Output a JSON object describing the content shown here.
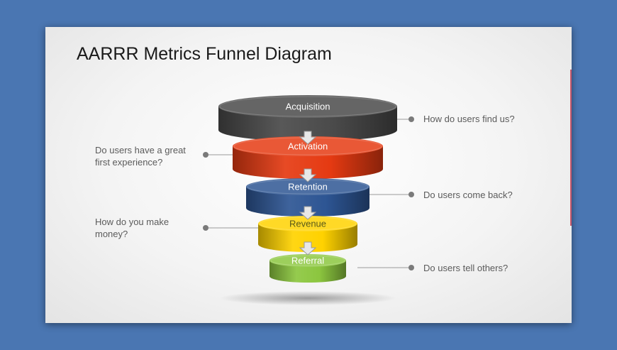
{
  "slide": {
    "title": "AARRR Metrics Funnel Diagram"
  },
  "funnel": {
    "stages": [
      {
        "label": "Acquisition",
        "color": "#4a4a4a"
      },
      {
        "label": "Activation",
        "color": "#e53a12"
      },
      {
        "label": "Retention",
        "color": "#2d5593"
      },
      {
        "label": "Revenue",
        "color": "#ffd200"
      },
      {
        "label": "Referral",
        "color": "#8cc63f"
      }
    ]
  },
  "questions": [
    {
      "text": "How do users find us?",
      "side": "right",
      "stage": "Acquisition"
    },
    {
      "text": "Do users have a great first experience?",
      "side": "left",
      "stage": "Activation"
    },
    {
      "text": "Do users come back?",
      "side": "right",
      "stage": "Retention"
    },
    {
      "text": "How do you make money?",
      "side": "left",
      "stage": "Revenue"
    },
    {
      "text": "Do users tell others?",
      "side": "right",
      "stage": "Referral"
    }
  ],
  "icons": {
    "arrow": "down-arrow-icon",
    "connector_dot": "bullet-dot-icon"
  }
}
